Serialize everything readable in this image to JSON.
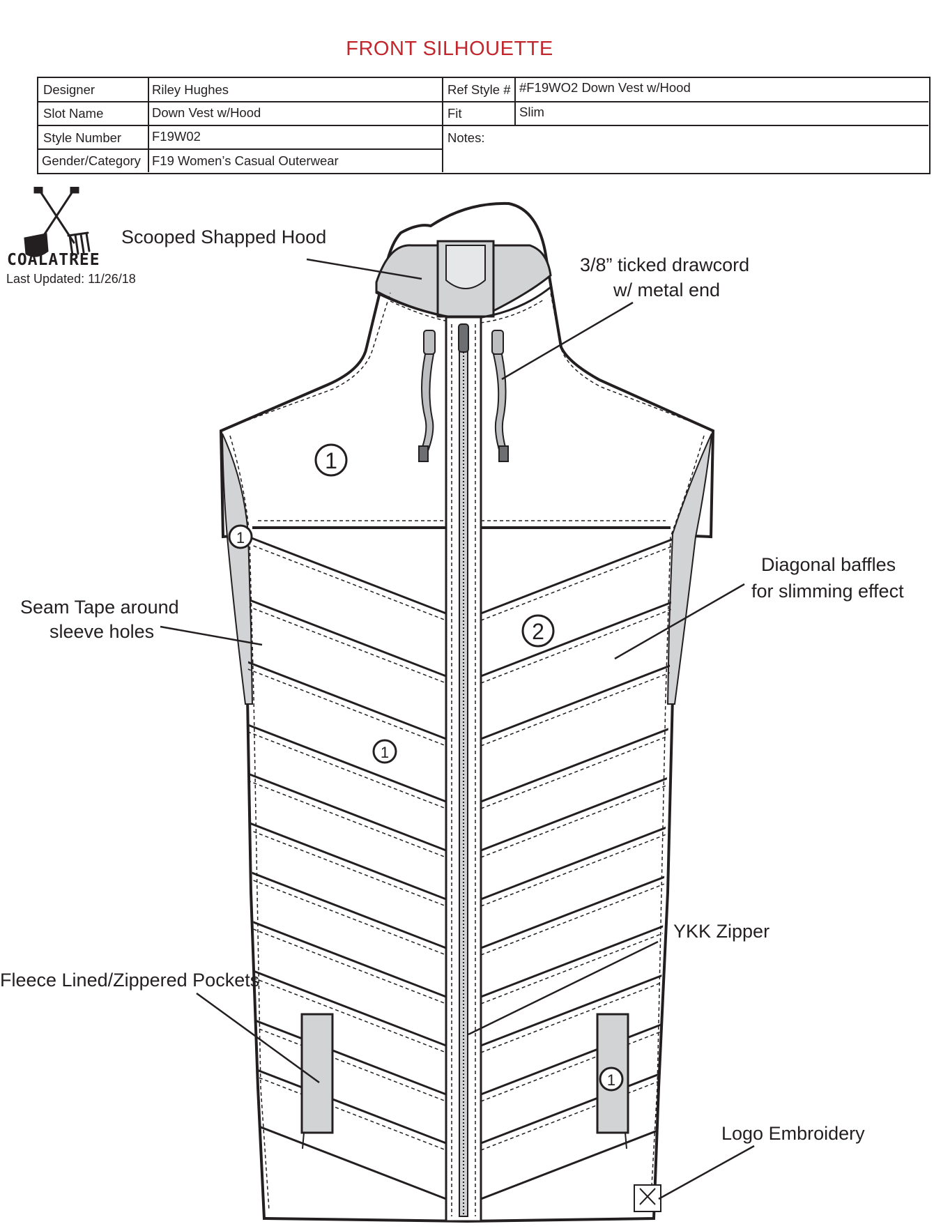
{
  "title": "FRONT SILHOUETTE",
  "title_color": "#c1272d",
  "spec": {
    "designer_label": "Designer",
    "designer_value": "Riley Hughes",
    "slot_label": "Slot Name",
    "slot_value": "Down Vest w/Hood",
    "style_label": "Style Number",
    "style_value": "F19W02",
    "gender_label": "Gender/Category",
    "gender_value": "F19 Women’s Casual Outerwear",
    "ref_label": "Ref Style #",
    "ref_value": "#F19WO2 Down Vest w/Hood",
    "fit_label": "Fit",
    "fit_value": "Slim",
    "notes_label": "Notes:"
  },
  "brand": {
    "name": "COALATREE",
    "last_updated": "Last Updated:  11/26/18"
  },
  "callouts": {
    "hood": "Scooped Shapped Hood",
    "drawcord_line1": "3/8” ticked drawcord",
    "drawcord_line2": "w/ metal end",
    "baffles_line1": "Diagonal baffles",
    "baffles_line2": "for slimming effect",
    "seam_line1": "Seam Tape around",
    "seam_line2": "sleeve holes",
    "zipper": "YKK Zipper",
    "pockets": "Fleece Lined/Zippered Pockets",
    "logo": "Logo Embroidery"
  },
  "material_markers": [
    "1",
    "1",
    "2",
    "1",
    "1"
  ],
  "colors": {
    "outline": "#231f20",
    "fill_gray": "#d1d3d4",
    "cord_gray": "#bcbec0"
  }
}
